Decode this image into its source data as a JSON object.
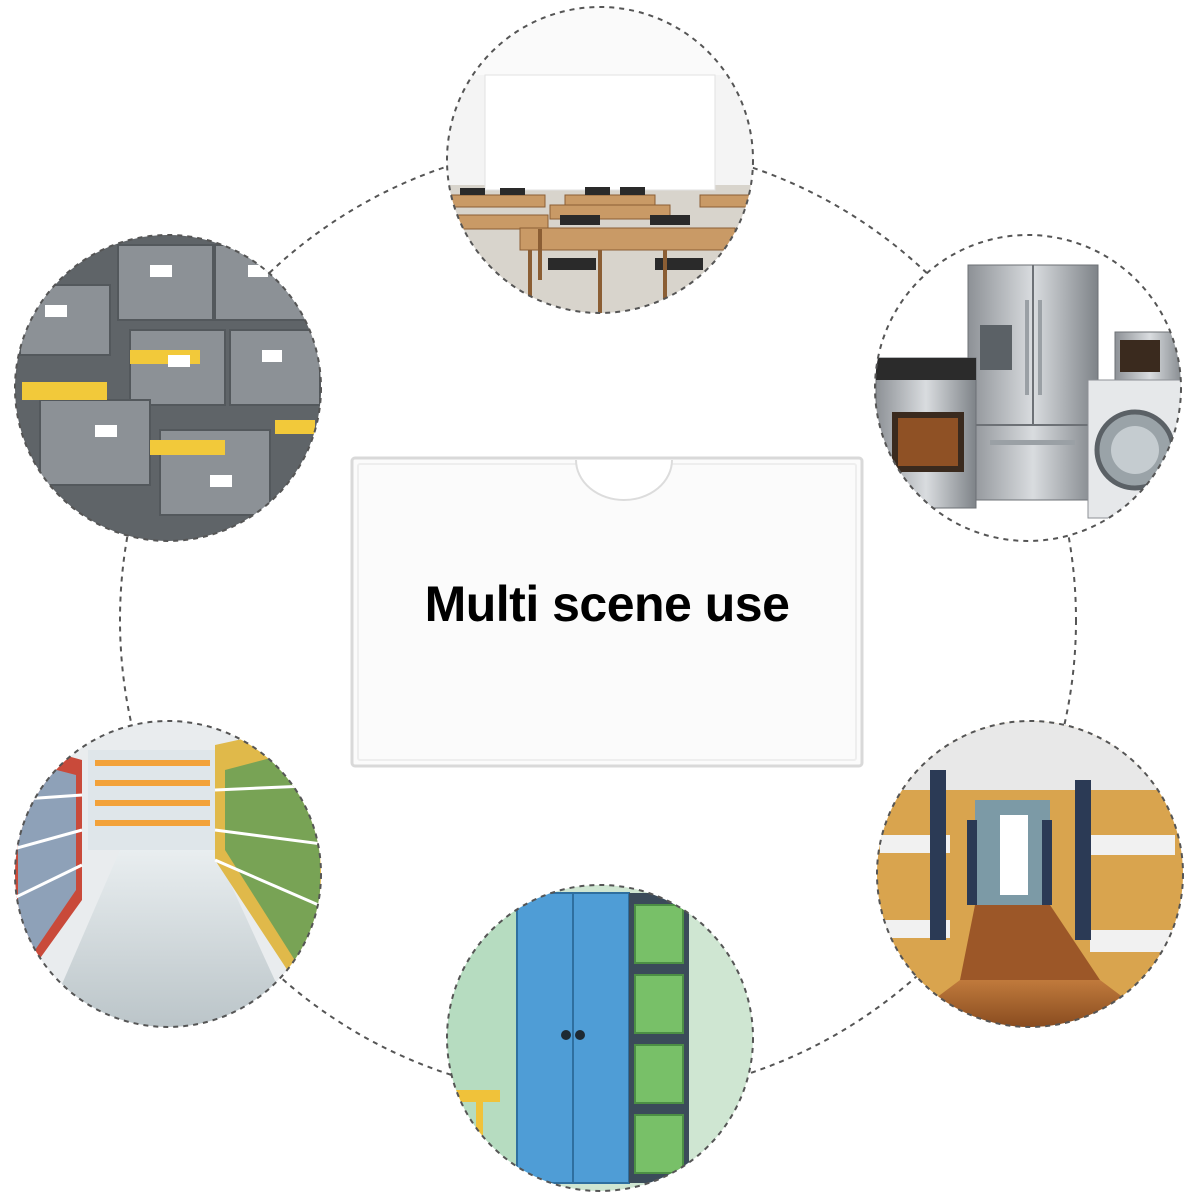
{
  "title": "Multi scene use",
  "colors": {
    "background": "#ffffff",
    "dash": "#555555",
    "pocket_edge": "#d9d9d9",
    "pocket_fill": "#fbfbfb"
  },
  "scenes": [
    {
      "name": "classroom-scene"
    },
    {
      "name": "appliances-scene"
    },
    {
      "name": "dormitory-scene"
    },
    {
      "name": "cabinet-scene"
    },
    {
      "name": "supermarket-scene"
    },
    {
      "name": "file-cabinet-scene"
    }
  ]
}
